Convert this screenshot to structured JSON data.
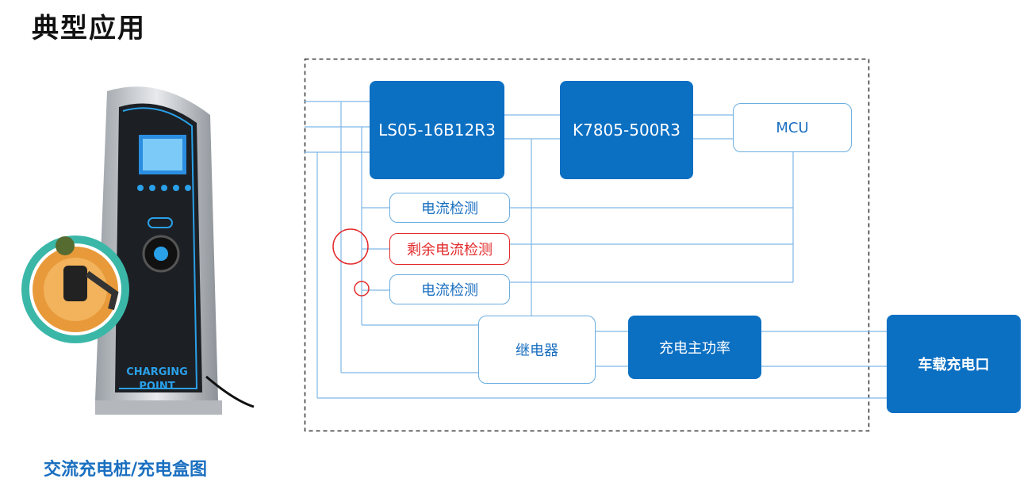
{
  "title": "典型应用",
  "caption": "交流充电桩/充电盒图",
  "illustration": {
    "sign_line1": "CHARGING",
    "sign_line2": "POINT"
  },
  "blocks": {
    "ls05": "LS05-16B12R3",
    "k7805": "K7805-500R3",
    "mcu": "MCU",
    "current_detect_1": "电流检测",
    "residual_current_detect": "剩余电流检测",
    "current_detect_2": "电流检测",
    "relay": "继电器",
    "charge_main_power": "充电主功率",
    "vehicle_port": "车载充电口"
  },
  "colors": {
    "primary": "#0b6fc2",
    "line": "#7fb8e6",
    "highlight": "#e32a2a"
  }
}
